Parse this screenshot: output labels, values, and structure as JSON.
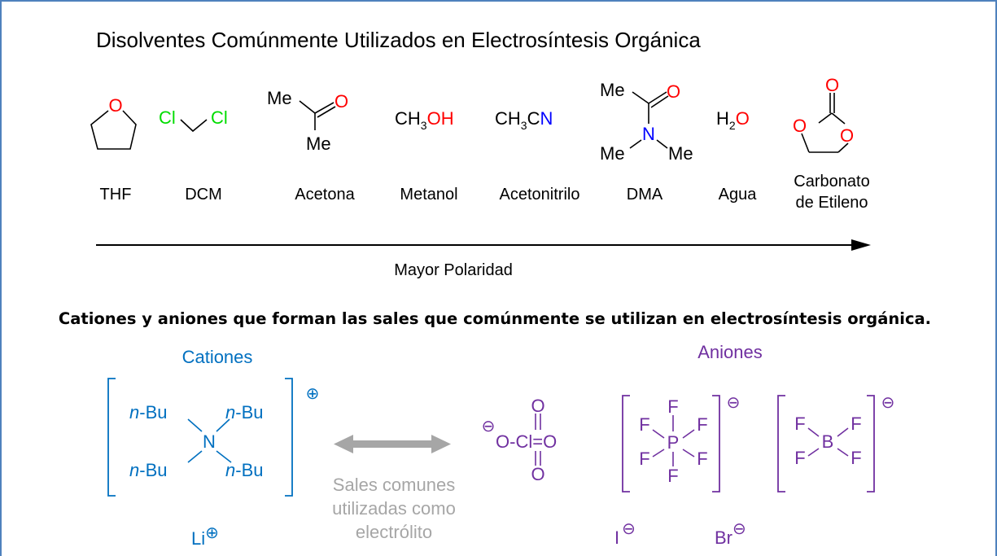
{
  "title": "Disolventes Comúnmente Utilizados en Electrosíntesis Orgánica",
  "colors": {
    "oxygen": "#ff0000",
    "chlorine": "#00dd00",
    "nitrogen": "#0000ff",
    "cation": "#0070c0",
    "anion": "#7030a0",
    "gray": "#a6a6a6",
    "frame": "#4f81bd"
  },
  "solvents": [
    {
      "name": "THF",
      "atoms": {
        "o": "O"
      }
    },
    {
      "name": "DCM",
      "atoms": {
        "cl1": "Cl",
        "cl2": "Cl"
      }
    },
    {
      "name": "Acetona",
      "atoms": {
        "me1": "Me",
        "o": "O",
        "me2": "Me"
      }
    },
    {
      "name": "Metanol",
      "formula": {
        "a": "CH",
        "sub": "3",
        "b": "OH"
      }
    },
    {
      "name": "Acetonitrilo",
      "formula": {
        "a": "CH",
        "sub": "3",
        "b": "C",
        "c": "N"
      }
    },
    {
      "name": "DMA",
      "atoms": {
        "me1": "Me",
        "o": "O",
        "n": "N",
        "me2": "Me",
        "me3": "Me"
      }
    },
    {
      "name": "Agua",
      "formula": {
        "a": "H",
        "sub": "2",
        "b": "O"
      }
    },
    {
      "name_line1": "Carbonato",
      "name_line2": "de Etileno",
      "atoms": {
        "o1": "O",
        "o2": "O",
        "o3": "O"
      }
    }
  ],
  "arrow_label": "Mayor Polaridad",
  "section_heading": "Cationes y aniones que forman las sales que comúnmente se utilizan en electrosíntesis orgánica.",
  "cations_label": "Cationes",
  "anions_label": "Aniones",
  "ammonium": {
    "substituent": "n",
    "bu": "-Bu",
    "center": "N",
    "charge": "⊕"
  },
  "lithium": {
    "symbol": "Li",
    "charge": "⊕"
  },
  "double_arrow_caption": [
    "Sales comunes",
    "utilizadas como",
    "electrólito"
  ],
  "perchlorate": {
    "charge": "⊖",
    "o_left": "O-",
    "cl": "Cl",
    "o_right": "=O",
    "o_top": "O",
    "o_bottom": "O"
  },
  "hexafluorophosphate": {
    "f": "F",
    "p": "P",
    "charge": "⊖"
  },
  "tetrafluoroborate": {
    "f": "F",
    "b": "B",
    "charge": "⊖"
  },
  "iodide": {
    "symbol": "I",
    "charge": "⊖"
  },
  "bromide": {
    "symbol": "Br",
    "charge": "⊖"
  }
}
